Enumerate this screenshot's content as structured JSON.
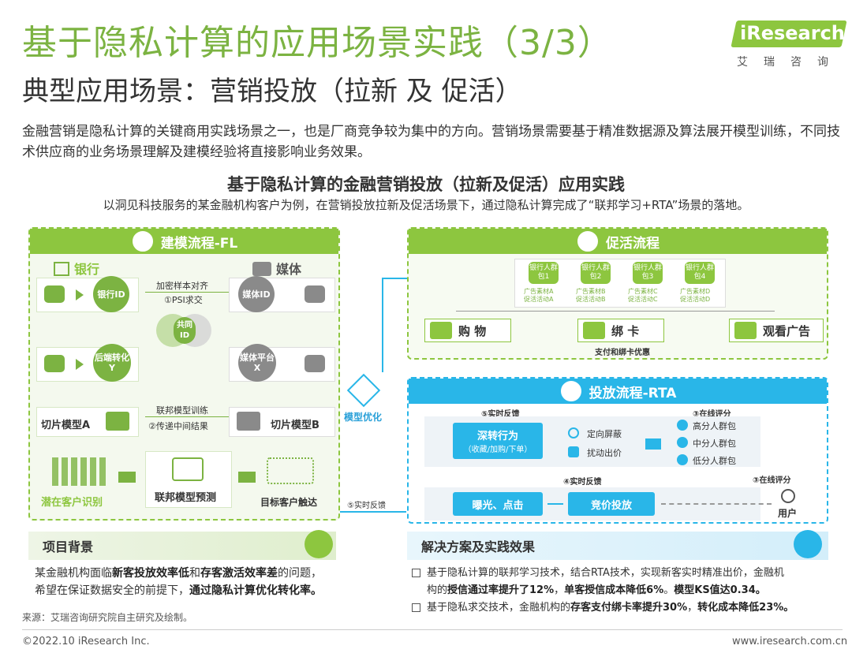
{
  "header": {
    "title": "基于隐私计算的应用场景实践（3/3）",
    "subtitle": "典型应用场景：营销投放（拉新 及 促活）",
    "logo_text": "iResearch",
    "logo_sub": "艾瑞咨询"
  },
  "intro": "金融营销是隐私计算的关键商用实践场景之一，也是厂商竞争较为集中的方向。营销场景需要基于精准数据源及算法展开模型训练，不同技术供应商的业务场景理解及建模经验将直接影响业务效果。",
  "diagram": {
    "title": "基于隐私计算的金融营销投放（拉新及促活）应用实践",
    "subtitle": "以洞见科技服务的某金融机构客户为例，在营销投放拉新及促活场景下，通过隐私计算完成了“联邦学习+RTA”场景的落地。",
    "fl": {
      "header": "建模流程-FL",
      "bank": "银行",
      "media": "媒体",
      "bank_id": "银行ID",
      "media_id": "媒体ID",
      "psi_1": "加密样本对齐",
      "psi_2": "①PSI求交",
      "common_id": "共同ID",
      "bank_back": "后端转化Y",
      "media_platform": "媒体平台X",
      "train_1": "联邦模型训练",
      "train_2": "②传递中间结果",
      "slice_a": "切片模型A",
      "slice_b": "切片模型B",
      "potential": "潜在客户识别",
      "predict": "联邦模型预测",
      "target": "目标客户触达",
      "model_opt": "模型优化",
      "feedback": "⑤实时反馈"
    },
    "promo": {
      "header": "促活流程",
      "groups": [
        {
          "name": "银行人群包1",
          "m1": "广告素材A",
          "m2": "促活活动A"
        },
        {
          "name": "银行人群包2",
          "m1": "广告素材B",
          "m2": "促活活动B"
        },
        {
          "name": "银行人群包3",
          "m1": "广告素材C",
          "m2": "促活活动C"
        },
        {
          "name": "银行人群包4",
          "m1": "广告素材D",
          "m2": "促活活动D"
        }
      ],
      "shop": "购 物",
      "card": "绑 卡",
      "ads": "观看广告",
      "card_note": "支付和绑卡优惠"
    },
    "rta": {
      "header": "投放流程-RTA",
      "feedback": "⑤实时反馈",
      "eval": "③在线评分",
      "deep_1": "深转行为",
      "deep_2": "（收藏/加购/下单）",
      "block": "定向屏蔽",
      "disturb": "扰动出价",
      "high": "高分人群包",
      "mid": "中分人群包",
      "low": "低分人群包",
      "bid_step": "④实时反馈",
      "exposure": "曝光、点击",
      "bidding": "竞价投放",
      "eval2": "③在线评分",
      "user": "用户"
    }
  },
  "background": {
    "title": "项目背景",
    "p1a": "某金融机构面临",
    "p1b": "新客投放效率低",
    "p1c": "和",
    "p1d": "存客激活效率差",
    "p1e": "的问题，",
    "p2a": "希望在保证数据安全的前提下，",
    "p2b": "通过隐私计算优化转化率。"
  },
  "solution": {
    "title": "解决方案及实践效果",
    "l1a": "基于隐私计算的联邦学习技术，结合RTA技术，实现新客实时精准出价，金融机",
    "l1b": "构的",
    "l1c": "授信通过率提升了12%",
    "l1d": "，",
    "l1e": "单客授信成本降低6%",
    "l1f": "。",
    "l1g": "模型KS值达0.34。",
    "l2a": "基于隐私求交技术，金融机构的",
    "l2b": "存客支付绑卡率提升30%",
    "l2c": "，",
    "l2d": "转化成本降低23%。"
  },
  "source": "来源：艾瑞咨询研究院自主研究及绘制。",
  "footer": {
    "left": "©2022.10 iResearch Inc.",
    "right": "www.iresearch.com.cn"
  },
  "colors": {
    "green": "#8dc63f",
    "blue": "#29b6e8"
  }
}
